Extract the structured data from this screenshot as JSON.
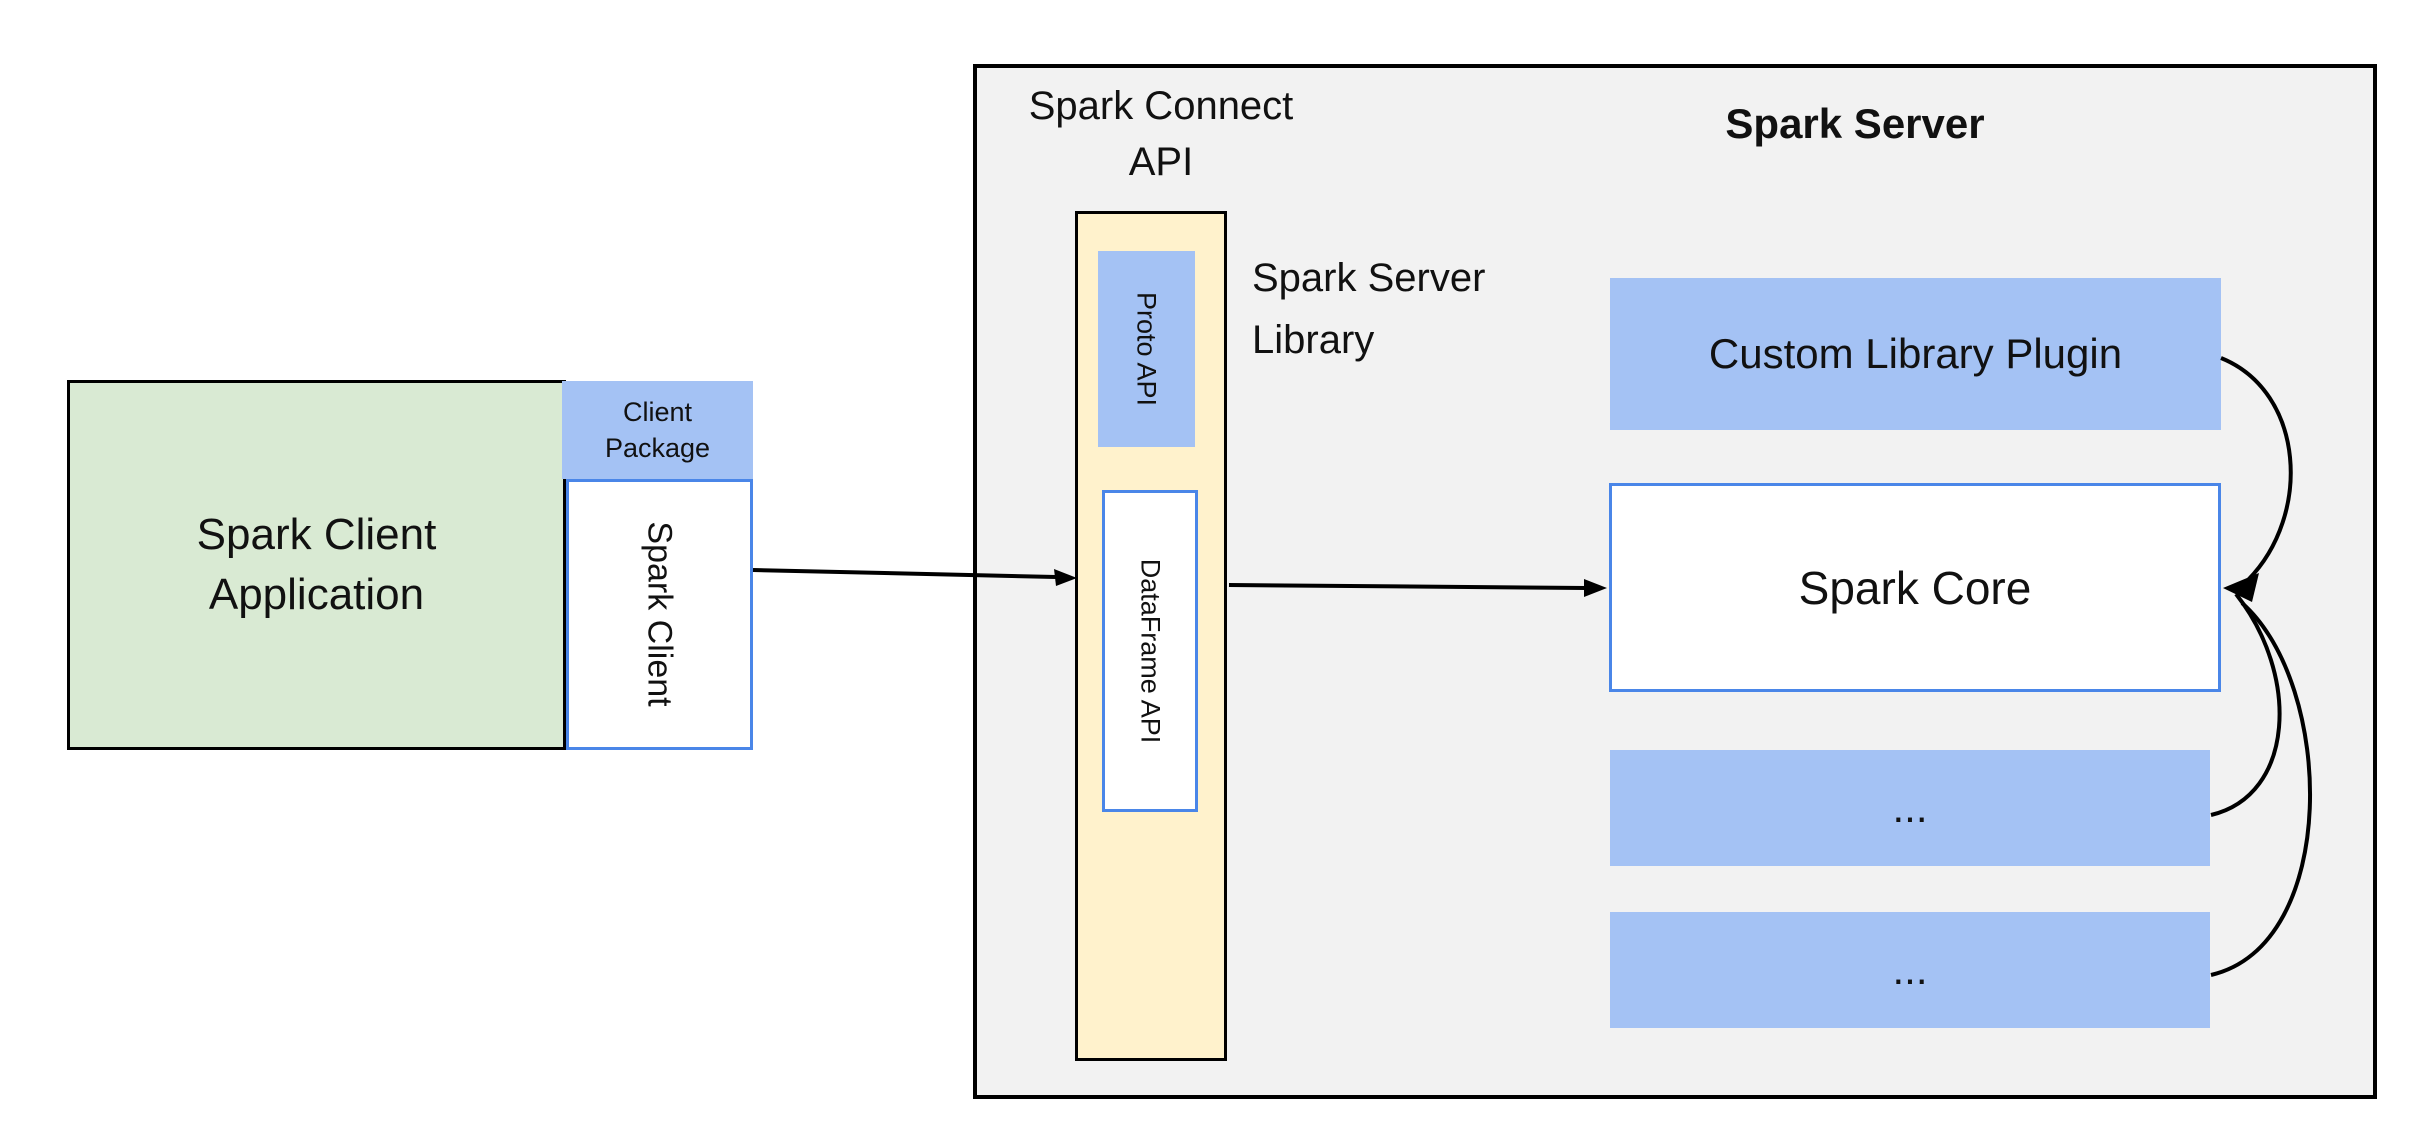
{
  "colors": {
    "green_fill": "#d9ead3",
    "blue_fill": "#a4c2f4",
    "blue_border": "#4a86e8",
    "yellow_fill": "#fff2cc",
    "gray_fill": "#f2f2f2",
    "black": "#000000"
  },
  "client_group": {
    "application_box": {
      "label": "Spark Client\nApplication"
    },
    "client_package_box": {
      "label": "Client\nPackage"
    },
    "spark_client_box": {
      "label": "Spark Client"
    }
  },
  "server_group": {
    "connect_api_label": "Spark Connect\nAPI",
    "server_title": "Spark Server",
    "spark_connect_column": {
      "proto_api_box": {
        "label": "Proto API"
      },
      "dataframe_api_box": {
        "label": "DataFrame API"
      },
      "library_label": "Spark Server\nLibrary"
    },
    "server_column": {
      "custom_plugin_box": {
        "label": "Custom Library Plugin"
      },
      "spark_core_box": {
        "label": "Spark Core"
      },
      "plugin_placeholder_box_1": {
        "label": "..."
      },
      "plugin_placeholder_box_2": {
        "label": "..."
      }
    }
  }
}
